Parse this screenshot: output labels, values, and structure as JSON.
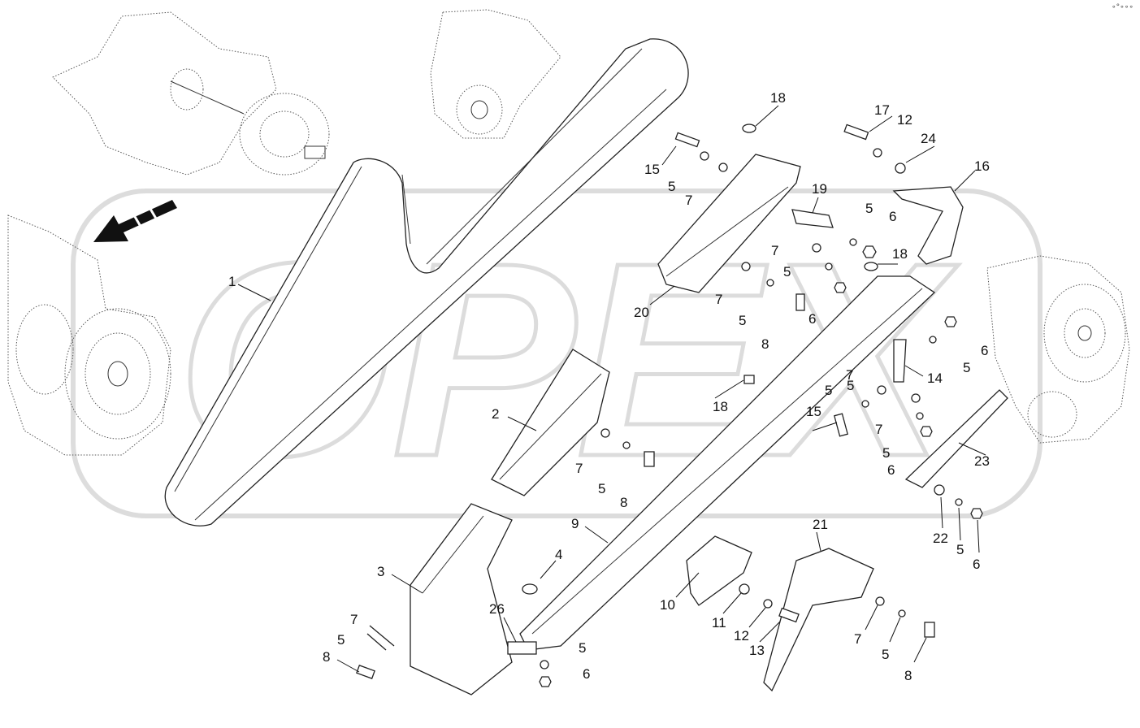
{
  "watermark": {
    "text": "OPEX",
    "color": "#d9d9d9"
  },
  "corner_mark": "∘°∘∘∘",
  "callouts": [
    {
      "id": "c-1",
      "label": "1"
    },
    {
      "id": "c-2",
      "label": "2"
    },
    {
      "id": "c-3",
      "label": "3"
    },
    {
      "id": "c-4",
      "label": "4"
    },
    {
      "id": "c-5a",
      "label": "5"
    },
    {
      "id": "c-5b",
      "label": "5"
    },
    {
      "id": "c-5c",
      "label": "5"
    },
    {
      "id": "c-5d",
      "label": "5"
    },
    {
      "id": "c-5e",
      "label": "5"
    },
    {
      "id": "c-5f",
      "label": "5"
    },
    {
      "id": "c-5g",
      "label": "5"
    },
    {
      "id": "c-5h",
      "label": "5"
    },
    {
      "id": "c-5i",
      "label": "5"
    },
    {
      "id": "c-5j",
      "label": "5"
    },
    {
      "id": "c-5k",
      "label": "5"
    },
    {
      "id": "c-5l",
      "label": "5"
    },
    {
      "id": "c-5m",
      "label": "5"
    },
    {
      "id": "c-6a",
      "label": "6"
    },
    {
      "id": "c-6b",
      "label": "6"
    },
    {
      "id": "c-6c",
      "label": "6"
    },
    {
      "id": "c-6d",
      "label": "6"
    },
    {
      "id": "c-6e",
      "label": "6"
    },
    {
      "id": "c-6f",
      "label": "6"
    },
    {
      "id": "c-7a",
      "label": "7"
    },
    {
      "id": "c-7b",
      "label": "7"
    },
    {
      "id": "c-7c",
      "label": "7"
    },
    {
      "id": "c-7d",
      "label": "7"
    },
    {
      "id": "c-7e",
      "label": "7"
    },
    {
      "id": "c-7f",
      "label": "7"
    },
    {
      "id": "c-7g",
      "label": "7"
    },
    {
      "id": "c-7h",
      "label": "7"
    },
    {
      "id": "c-8a",
      "label": "8"
    },
    {
      "id": "c-8b",
      "label": "8"
    },
    {
      "id": "c-8c",
      "label": "8"
    },
    {
      "id": "c-8d",
      "label": "8"
    },
    {
      "id": "c-9",
      "label": "9"
    },
    {
      "id": "c-10",
      "label": "10"
    },
    {
      "id": "c-11",
      "label": "11"
    },
    {
      "id": "c-12a",
      "label": "12"
    },
    {
      "id": "c-12b",
      "label": "12"
    },
    {
      "id": "c-13",
      "label": "13"
    },
    {
      "id": "c-14",
      "label": "14"
    },
    {
      "id": "c-15a",
      "label": "15"
    },
    {
      "id": "c-15b",
      "label": "15"
    },
    {
      "id": "c-16",
      "label": "16"
    },
    {
      "id": "c-17",
      "label": "17"
    },
    {
      "id": "c-18a",
      "label": "18"
    },
    {
      "id": "c-18b",
      "label": "18"
    },
    {
      "id": "c-18c",
      "label": "18"
    },
    {
      "id": "c-19",
      "label": "19"
    },
    {
      "id": "c-20",
      "label": "20"
    },
    {
      "id": "c-21",
      "label": "21"
    },
    {
      "id": "c-22",
      "label": "22"
    },
    {
      "id": "c-23",
      "label": "23"
    },
    {
      "id": "c-24",
      "label": "24"
    },
    {
      "id": "c-26",
      "label": "26"
    }
  ]
}
